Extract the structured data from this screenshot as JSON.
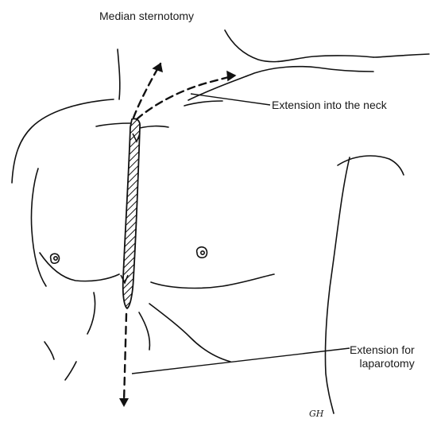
{
  "figure": {
    "title": "Median sternotomy",
    "labels": {
      "neck_extension": "Extension into the neck",
      "laparotomy_extension_line1": "Extension for",
      "laparotomy_extension_line2": "laparotomy"
    },
    "artist_initials": "GH"
  }
}
